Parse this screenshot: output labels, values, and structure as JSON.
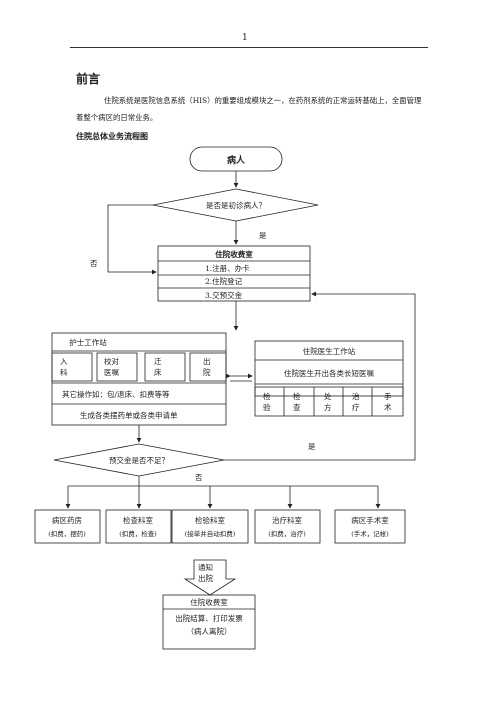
{
  "page_number": "1",
  "heading": "前言",
  "intro": "住院系统是医院信息系统（HIS）的重要组成模块之一，在药剂系统的正常运转基础上，全面管理着整个病区的日常业务。",
  "flow_title": "住院总体业务流程图",
  "flow": {
    "patient": "病人",
    "first_visit_question": "是否是初诊病人？",
    "yes1": "是",
    "no1": "否",
    "cashier_title": "住院收费室",
    "cashier_items": [
      "1.注册、办卡",
      "2.住院登记",
      "3.交预交金"
    ],
    "nurse_title": "护士工作站",
    "nurse_cells": [
      "入\n科",
      "校对\n医嘱",
      "迁\n床",
      "出\n院"
    ],
    "nurse_other": "其它操作如：包/退床、扣费等等",
    "nurse_generate": "生成各类摆药单或各类申请单",
    "doctor_title": "住院医生工作站",
    "doctor_sub": "住院医生开出各类长短医嘱",
    "doctor_cells": [
      "检\n验",
      "检\n查",
      "处\n方",
      "治\n疗",
      "手\n术"
    ],
    "yes2": "是",
    "deposit_question": "预交金是否不足？",
    "no2": "否",
    "departments": [
      {
        "name": "病区药房",
        "desc": "(扣费，摆药)"
      },
      {
        "name": "检查科室",
        "desc": "(扣费，检查)"
      },
      {
        "name": "检验科室",
        "desc": "(接单并自动扣费)"
      },
      {
        "name": "治疗科室",
        "desc": "(扣费，治疗)"
      },
      {
        "name": "病区手术室",
        "desc": "(手术，记帐)"
      }
    ],
    "notify": "通知\n出院",
    "final_title": "住院收费室",
    "final_line1": "出院结算、打印发票",
    "final_line2": "（病人离院）"
  }
}
